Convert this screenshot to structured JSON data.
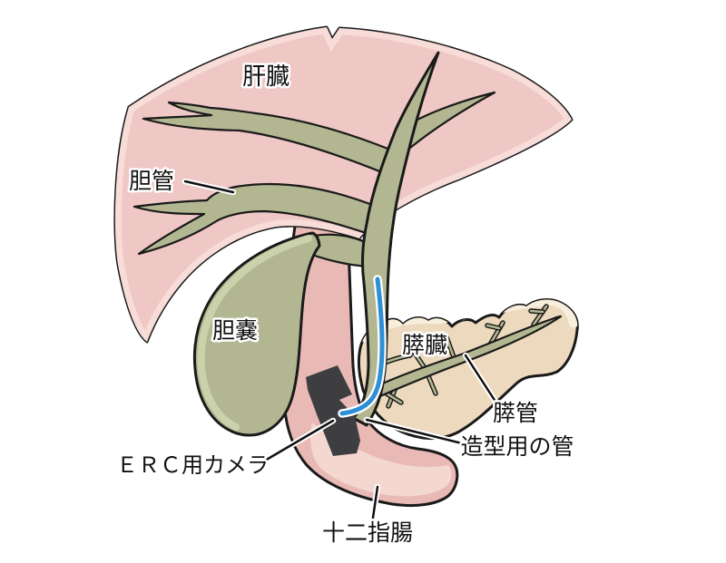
{
  "labels": {
    "liver": "肝臓",
    "bile_duct": "胆管",
    "gallbladder": "胆嚢",
    "pancreas": "膵臓",
    "pancreatic_duct": "膵管",
    "erc_camera": "ＥＲＣ用カメラ",
    "contrast_tube": "造型用の管",
    "duodenum": "十二指腸"
  },
  "colors": {
    "background": "#ffffff",
    "outline": "#1a1a1a",
    "liver": "#efc7c5",
    "liver_highlight": "#f7dcd8",
    "duct": "#b2b791",
    "gallbladder_highlight": "#cbd2ab",
    "duodenum": "#e9b9b6",
    "duodenum_highlight": "#f4d7d1",
    "pancreas": "#eddabe",
    "pancreas_highlight": "#f8eedc",
    "camera": "#3e3e41",
    "tube": "#2e8fd6",
    "label_text": "#111111",
    "label_halo": "#ffffff"
  }
}
